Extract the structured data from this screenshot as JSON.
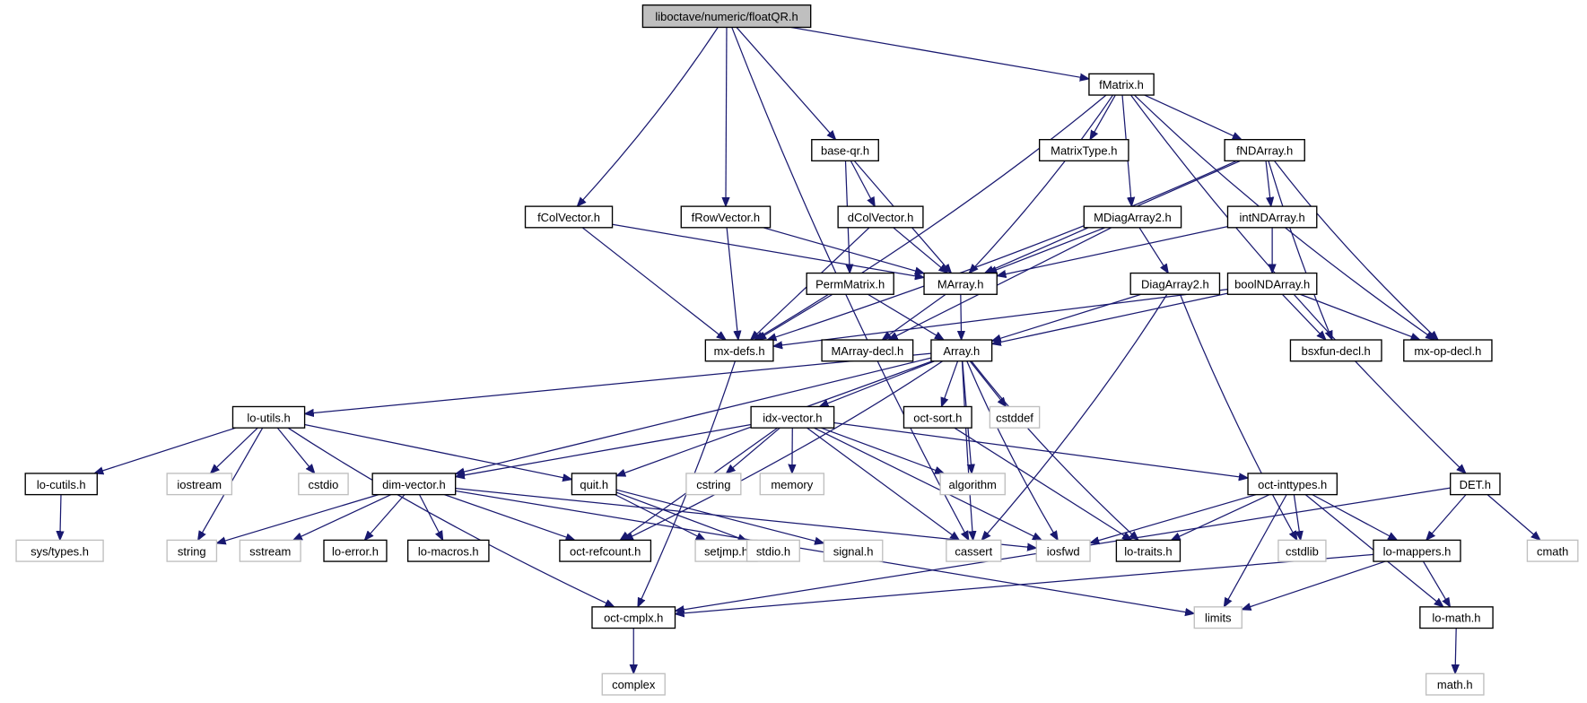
{
  "title": "liboctave/numeric/floatQR.h",
  "colors": {
    "edge": "#191970",
    "root_fill": "#bfbfbf",
    "local_border": "#000000",
    "external_border": "#bfbfbf"
  },
  "nodes": [
    {
      "id": "root",
      "label": "liboctave/numeric/floatQR.h",
      "kind": "root"
    },
    {
      "id": "fMatrix",
      "label": "fMatrix.h",
      "kind": "local"
    },
    {
      "id": "baseqr",
      "label": "base-qr.h",
      "kind": "local"
    },
    {
      "id": "MatrixType",
      "label": "MatrixType.h",
      "kind": "local"
    },
    {
      "id": "fNDArray",
      "label": "fNDArray.h",
      "kind": "local"
    },
    {
      "id": "fColVector",
      "label": "fColVector.h",
      "kind": "local"
    },
    {
      "id": "fRowVector",
      "label": "fRowVector.h",
      "kind": "local"
    },
    {
      "id": "dColVector",
      "label": "dColVector.h",
      "kind": "local"
    },
    {
      "id": "MDiagArray2",
      "label": "MDiagArray2.h",
      "kind": "local"
    },
    {
      "id": "intNDArray",
      "label": "intNDArray.h",
      "kind": "local"
    },
    {
      "id": "PermMatrix",
      "label": "PermMatrix.h",
      "kind": "local"
    },
    {
      "id": "MArray",
      "label": "MArray.h",
      "kind": "local"
    },
    {
      "id": "DiagArray2",
      "label": "DiagArray2.h",
      "kind": "local"
    },
    {
      "id": "boolNDArray",
      "label": "boolNDArray.h",
      "kind": "local"
    },
    {
      "id": "mxdefs",
      "label": "mx-defs.h",
      "kind": "local"
    },
    {
      "id": "MArraydecl",
      "label": "MArray-decl.h",
      "kind": "local"
    },
    {
      "id": "Array",
      "label": "Array.h",
      "kind": "local"
    },
    {
      "id": "bsxfundecl",
      "label": "bsxfun-decl.h",
      "kind": "local"
    },
    {
      "id": "mxopdecl",
      "label": "mx-op-decl.h",
      "kind": "local"
    },
    {
      "id": "loutils",
      "label": "lo-utils.h",
      "kind": "local"
    },
    {
      "id": "idxvector",
      "label": "idx-vector.h",
      "kind": "local"
    },
    {
      "id": "octsort",
      "label": "oct-sort.h",
      "kind": "local"
    },
    {
      "id": "cstddef",
      "label": "cstddef",
      "kind": "external"
    },
    {
      "id": "locutils",
      "label": "lo-cutils.h",
      "kind": "local"
    },
    {
      "id": "iostream",
      "label": "iostream",
      "kind": "external"
    },
    {
      "id": "cstdio",
      "label": "cstdio",
      "kind": "external"
    },
    {
      "id": "dimvector",
      "label": "dim-vector.h",
      "kind": "local"
    },
    {
      "id": "quit",
      "label": "quit.h",
      "kind": "local"
    },
    {
      "id": "cstring",
      "label": "cstring",
      "kind": "external"
    },
    {
      "id": "memory",
      "label": "memory",
      "kind": "external"
    },
    {
      "id": "algorithm",
      "label": "algorithm",
      "kind": "external"
    },
    {
      "id": "octinttypes",
      "label": "oct-inttypes.h",
      "kind": "local"
    },
    {
      "id": "DET",
      "label": "DET.h",
      "kind": "local"
    },
    {
      "id": "systypes",
      "label": "sys/types.h",
      "kind": "external"
    },
    {
      "id": "string",
      "label": "string",
      "kind": "external"
    },
    {
      "id": "sstream",
      "label": "sstream",
      "kind": "external"
    },
    {
      "id": "loerror",
      "label": "lo-error.h",
      "kind": "local"
    },
    {
      "id": "lomacros",
      "label": "lo-macros.h",
      "kind": "local"
    },
    {
      "id": "octrefcount",
      "label": "oct-refcount.h",
      "kind": "local"
    },
    {
      "id": "setjmp",
      "label": "setjmp.h",
      "kind": "external"
    },
    {
      "id": "stdio",
      "label": "stdio.h",
      "kind": "external"
    },
    {
      "id": "signal",
      "label": "signal.h",
      "kind": "external"
    },
    {
      "id": "cassert",
      "label": "cassert",
      "kind": "external"
    },
    {
      "id": "iosfwd",
      "label": "iosfwd",
      "kind": "external"
    },
    {
      "id": "lotraits",
      "label": "lo-traits.h",
      "kind": "local"
    },
    {
      "id": "cstdlib",
      "label": "cstdlib",
      "kind": "external"
    },
    {
      "id": "lomappers",
      "label": "lo-mappers.h",
      "kind": "local"
    },
    {
      "id": "cmath",
      "label": "cmath",
      "kind": "external"
    },
    {
      "id": "octcmplx",
      "label": "oct-cmplx.h",
      "kind": "local"
    },
    {
      "id": "limits",
      "label": "limits",
      "kind": "external"
    },
    {
      "id": "lomath",
      "label": "lo-math.h",
      "kind": "local"
    },
    {
      "id": "complex",
      "label": "complex",
      "kind": "external"
    },
    {
      "id": "mathh",
      "label": "math.h",
      "kind": "external"
    }
  ],
  "edges": [
    [
      "root",
      "fMatrix"
    ],
    [
      "root",
      "baseqr"
    ],
    [
      "root",
      "fColVector"
    ],
    [
      "root",
      "fRowVector"
    ],
    [
      "root",
      "cassert"
    ],
    [
      "fMatrix",
      "MatrixType"
    ],
    [
      "fMatrix",
      "fNDArray"
    ],
    [
      "fMatrix",
      "MDiagArray2"
    ],
    [
      "fMatrix",
      "MArray"
    ],
    [
      "fMatrix",
      "mxdefs"
    ],
    [
      "fMatrix",
      "mxopdecl"
    ],
    [
      "fMatrix",
      "DET"
    ],
    [
      "baseqr",
      "dColVector"
    ],
    [
      "baseqr",
      "PermMatrix"
    ],
    [
      "baseqr",
      "MArray"
    ],
    [
      "fColVector",
      "MArray"
    ],
    [
      "fColVector",
      "mxdefs"
    ],
    [
      "fRowVector",
      "MArray"
    ],
    [
      "fRowVector",
      "mxdefs"
    ],
    [
      "dColVector",
      "MArray"
    ],
    [
      "dColVector",
      "mxdefs"
    ],
    [
      "fNDArray",
      "MArray"
    ],
    [
      "fNDArray",
      "intNDArray"
    ],
    [
      "fNDArray",
      "mxdefs"
    ],
    [
      "fNDArray",
      "bsxfundecl"
    ],
    [
      "fNDArray",
      "mxopdecl"
    ],
    [
      "MDiagArray2",
      "MArray"
    ],
    [
      "MDiagArray2",
      "DiagArray2"
    ],
    [
      "MDiagArray2",
      "MArraydecl"
    ],
    [
      "intNDArray",
      "MArray"
    ],
    [
      "intNDArray",
      "boolNDArray"
    ],
    [
      "PermMatrix",
      "mxdefs"
    ],
    [
      "PermMatrix",
      "Array"
    ],
    [
      "MArray",
      "Array"
    ],
    [
      "MArray",
      "MArraydecl"
    ],
    [
      "DiagArray2",
      "Array"
    ],
    [
      "DiagArray2",
      "cassert"
    ],
    [
      "DiagArray2",
      "cstdlib"
    ],
    [
      "boolNDArray",
      "Array"
    ],
    [
      "boolNDArray",
      "mxdefs"
    ],
    [
      "boolNDArray",
      "bsxfundecl"
    ],
    [
      "boolNDArray",
      "mxopdecl"
    ],
    [
      "mxdefs",
      "octcmplx"
    ],
    [
      "Array",
      "loutils"
    ],
    [
      "Array",
      "idxvector"
    ],
    [
      "Array",
      "octsort"
    ],
    [
      "Array",
      "cstddef"
    ],
    [
      "Array",
      "dimvector"
    ],
    [
      "Array",
      "quit"
    ],
    [
      "Array",
      "algorithm"
    ],
    [
      "Array",
      "octrefcount"
    ],
    [
      "Array",
      "cassert"
    ],
    [
      "Array",
      "iosfwd"
    ],
    [
      "Array",
      "lotraits"
    ],
    [
      "loutils",
      "locutils"
    ],
    [
      "loutils",
      "iostream"
    ],
    [
      "loutils",
      "cstdio"
    ],
    [
      "loutils",
      "string"
    ],
    [
      "loutils",
      "quit"
    ],
    [
      "loutils",
      "octcmplx"
    ],
    [
      "idxvector",
      "dimvector"
    ],
    [
      "idxvector",
      "cstring"
    ],
    [
      "idxvector",
      "memory"
    ],
    [
      "idxvector",
      "algorithm"
    ],
    [
      "idxvector",
      "octinttypes"
    ],
    [
      "idxvector",
      "octrefcount"
    ],
    [
      "idxvector",
      "cassert"
    ],
    [
      "idxvector",
      "iosfwd"
    ],
    [
      "octsort",
      "lotraits"
    ],
    [
      "locutils",
      "systypes"
    ],
    [
      "dimvector",
      "string"
    ],
    [
      "dimvector",
      "sstream"
    ],
    [
      "dimvector",
      "loerror"
    ],
    [
      "dimvector",
      "lomacros"
    ],
    [
      "dimvector",
      "octrefcount"
    ],
    [
      "dimvector",
      "iosfwd"
    ],
    [
      "dimvector",
      "limits"
    ],
    [
      "quit",
      "setjmp"
    ],
    [
      "quit",
      "stdio"
    ],
    [
      "quit",
      "signal"
    ],
    [
      "octinttypes",
      "iosfwd"
    ],
    [
      "octinttypes",
      "lotraits"
    ],
    [
      "octinttypes",
      "cstdlib"
    ],
    [
      "octinttypes",
      "limits"
    ],
    [
      "octinttypes",
      "lomappers"
    ],
    [
      "octinttypes",
      "lomath"
    ],
    [
      "DET",
      "lomappers"
    ],
    [
      "DET",
      "cmath"
    ],
    [
      "DET",
      "octcmplx"
    ],
    [
      "lomappers",
      "lomath"
    ],
    [
      "lomappers",
      "limits"
    ],
    [
      "lomappers",
      "octcmplx"
    ],
    [
      "octcmplx",
      "complex"
    ],
    [
      "lomath",
      "mathh"
    ]
  ]
}
